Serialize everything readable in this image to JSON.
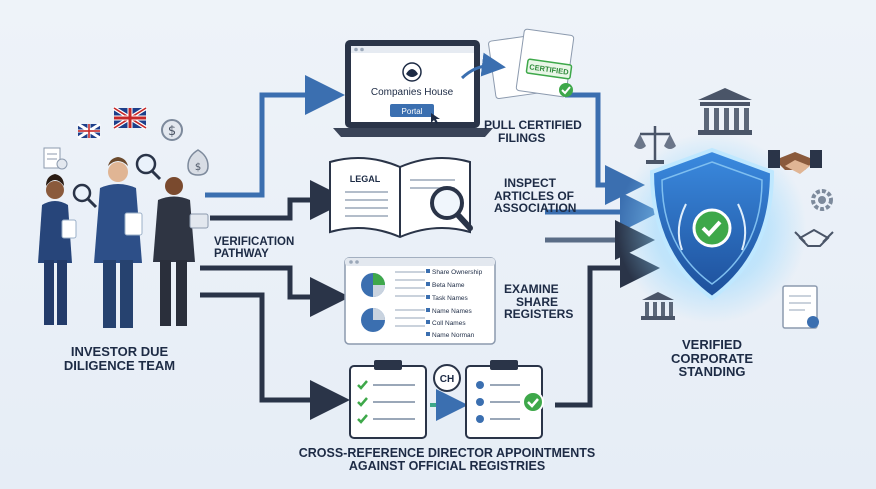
{
  "team_label": [
    "INVESTOR DUE",
    "DILIGENCE TEAM"
  ],
  "pathway_label": [
    "VERIFICATION",
    "PATHWAY"
  ],
  "steps": {
    "pull_filings": [
      "PULL CERTIFIED",
      "FILINGS"
    ],
    "inspect_articles": [
      "INSPECT",
      "ARTICLES OF",
      "ASSOCIATION"
    ],
    "examine_registers": [
      "EXAMINE",
      "SHARE",
      "REGISTERS"
    ],
    "cross_reference": [
      "CROSS-REFERENCE DIRECTOR APPOINTMENTS",
      "AGAINST OFFICIAL REGISTRIES"
    ]
  },
  "portal": {
    "site_name": "Companies House",
    "button_label": "Portal"
  },
  "certified_stamp": "CERTIFIED",
  "book_label": "LEGAL",
  "register_rows": [
    "Share Ownership",
    "Beta Name",
    "Task Names",
    "Name Names",
    "Coll Names",
    "Name Norman"
  ],
  "ch_badge": "CH",
  "outcome_label": [
    "VERIFIED",
    "CORPORATE",
    "STANDING"
  ],
  "colors": {
    "navy": "#1d2b45",
    "arrow_blue": "#3b6fb0",
    "arrow_dark": "#2a3448",
    "shield_blue": "#2b74c9",
    "check_green": "#3ea84a",
    "glow": "#7fd0ff"
  }
}
